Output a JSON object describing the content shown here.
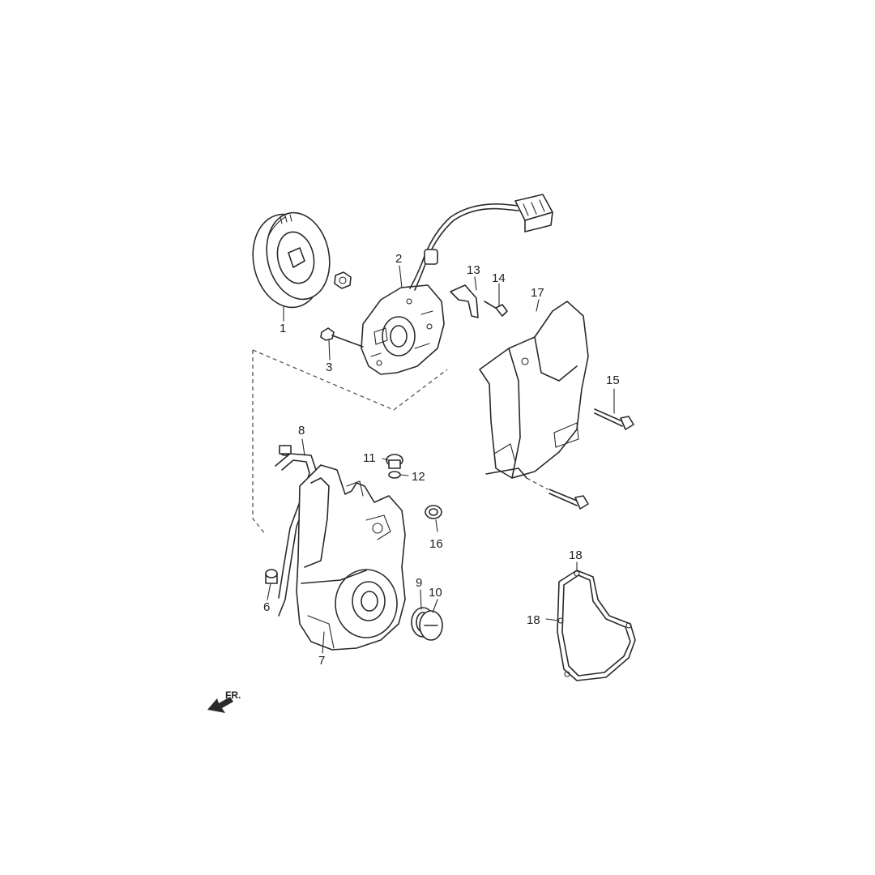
{
  "diagram": {
    "front_marker": "FR.",
    "callouts": [
      {
        "id": "c1",
        "number": "1"
      },
      {
        "id": "c2",
        "number": "2"
      },
      {
        "id": "c3",
        "number": "3"
      },
      {
        "id": "c6",
        "number": "6"
      },
      {
        "id": "c7",
        "number": "7"
      },
      {
        "id": "c8",
        "number": "8"
      },
      {
        "id": "c9",
        "number": "9"
      },
      {
        "id": "c10",
        "number": "10"
      },
      {
        "id": "c11",
        "number": "11"
      },
      {
        "id": "c12",
        "number": "12"
      },
      {
        "id": "c13",
        "number": "13"
      },
      {
        "id": "c14",
        "number": "14"
      },
      {
        "id": "c15",
        "number": "15"
      },
      {
        "id": "c16",
        "number": "16"
      },
      {
        "id": "c17",
        "number": "17"
      },
      {
        "id": "c18a",
        "number": "18"
      },
      {
        "id": "c18b",
        "number": "18"
      }
    ]
  },
  "colors": {
    "background": "#ffffff",
    "line": "#2a2a2a"
  }
}
